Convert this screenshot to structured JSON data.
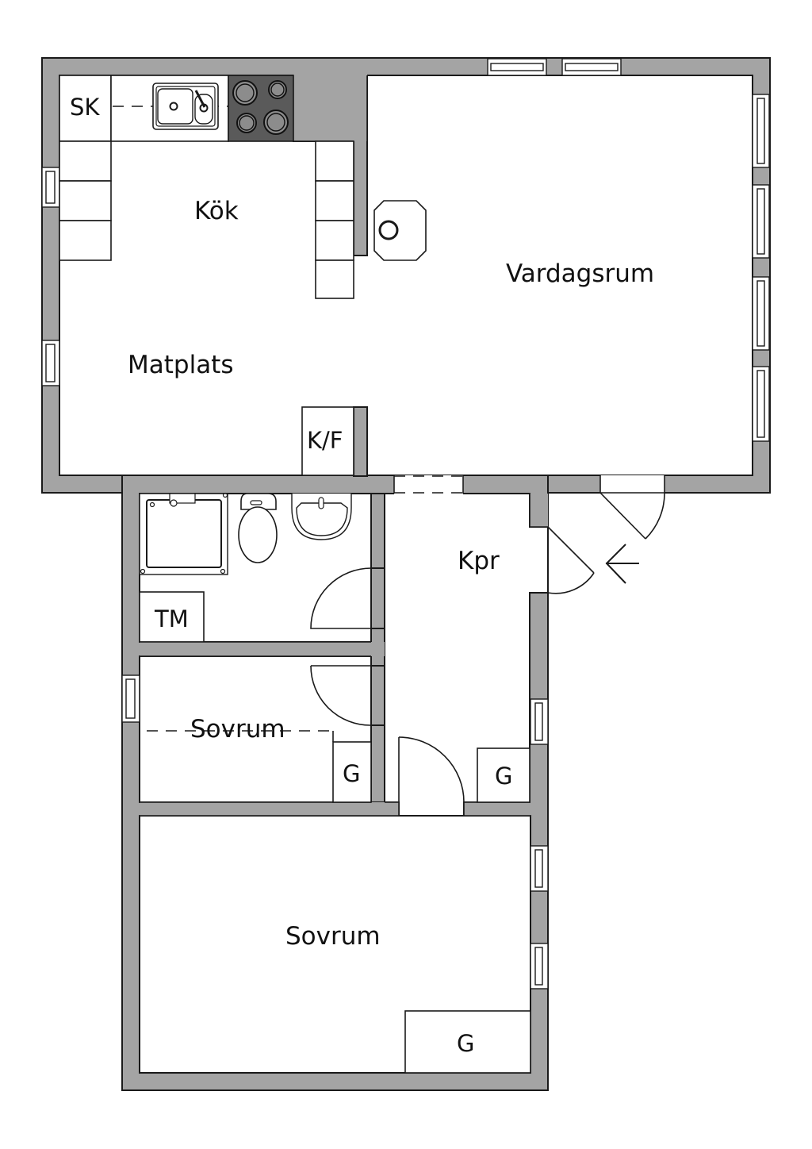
{
  "plan": {
    "colors": {
      "wall": "#a4a4a4",
      "stove": "#5a5a5a",
      "burner": "#8c8c8c",
      "line": "#1a1a1a",
      "floor": "#ffffff"
    },
    "rooms": {
      "kitchen": "Kök",
      "dining": "Matplats",
      "living": "Vardagsrum",
      "hall": "Kpr",
      "bedroom_small": "Sovrum",
      "bedroom_large": "Sovrum"
    },
    "fixtures": {
      "cabinet_sk": "SK",
      "fridge_freezer": "K/F",
      "washer": "TM",
      "wardrobe_small_bedroom": "G",
      "wardrobe_hall": "G",
      "wardrobe_large_bedroom": "G"
    }
  }
}
